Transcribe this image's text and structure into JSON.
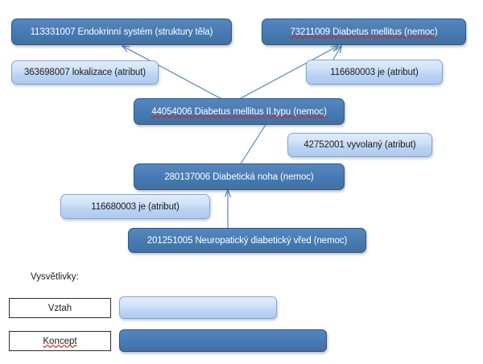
{
  "diagram": {
    "nodes": [
      {
        "id": "endokrinni-system",
        "kind": "concept",
        "code": "113331007",
        "term": "Endokrinní  systém (struktury těla)",
        "label": "113331007  Endokrinní  systém (struktury těla)",
        "misspelled": false
      },
      {
        "id": "diabetus-mellitus",
        "kind": "concept",
        "code": "73211009",
        "term": "Diabetus mellitus (nemoc)",
        "label": "73211009  Diabetus mellitus (nemoc)",
        "misspelled": true,
        "misspelled_part": "Diabetus mellitus"
      },
      {
        "id": "lokalizace",
        "kind": "relation",
        "code": "363698007",
        "term": "lokalizace (atribut)",
        "label": "363698007  lokalizace (atribut)",
        "misspelled": false
      },
      {
        "id": "je-atribut-horni",
        "kind": "relation",
        "code": "116680003",
        "term": "je (atribut)",
        "label": "116680003  je (atribut)",
        "misspelled": false
      },
      {
        "id": "diabetus-mellitus-2-typu",
        "kind": "concept",
        "code": "44054006",
        "term": "Diabetus mellitus II.typu (nemoc)",
        "label": "44054006  Diabetus mellitus II.typu  (nemoc)",
        "misspelled": true,
        "misspelled_part": "Diabetus mellitus II.typu"
      },
      {
        "id": "vyvolany",
        "kind": "relation",
        "code": "42752001",
        "term": "vyvolaný  (atribut)",
        "label": "42752001  vyvolaný  (atribut)",
        "misspelled": false
      },
      {
        "id": "diabeticka-noha",
        "kind": "concept",
        "code": "280137006",
        "term": "Diabetická noha (nemoc)",
        "label": "280137006  Diabetická noha (nemoc)",
        "misspelled": false
      },
      {
        "id": "je-atribut-dolni",
        "kind": "relation",
        "code": "116680003",
        "term": "je (atribut)",
        "label": "116680003  je (atribut)",
        "misspelled": false
      },
      {
        "id": "neuropaticky-vred",
        "kind": "concept",
        "code": "201251005",
        "term": "Neuropatický  diabetický  vřed (nemoc)",
        "label": "201251005  Neuropatický  diabetický  vřed (nemoc)",
        "misspelled": false
      }
    ],
    "edges": [
      {
        "id": "edge-dm2-to-endokrinni",
        "from": "diabetus-mellitus-2-typu",
        "to": "endokrinni-system",
        "arrow": true
      },
      {
        "id": "edge-dm2-to-dm",
        "from": "diabetus-mellitus-2-typu",
        "to": "diabetus-mellitus",
        "arrow": true
      },
      {
        "id": "edge-je-horni-to-dm",
        "from": "je-atribut-horni",
        "to": "diabetus-mellitus",
        "arrow": true
      },
      {
        "id": "edge-noha-to-dm2",
        "from": "diabeticka-noha",
        "to": "diabetus-mellitus-2-typu",
        "arrow": false
      },
      {
        "id": "edge-vred-to-noha",
        "from": "neuropaticky-vred",
        "to": "diabeticka-noha",
        "arrow": true
      }
    ]
  },
  "legend": {
    "title": "Vysvětlivky:",
    "items": [
      {
        "id": "vztah",
        "label": "Vztah",
        "swatch": "relation",
        "misspelled": false
      },
      {
        "id": "koncept",
        "label": "Koncept",
        "swatch": "concept",
        "misspelled": true
      }
    ]
  },
  "colors": {
    "concept_fill": "#4a7cb5",
    "concept_border": "#2d5583",
    "concept_text": "#ffffff",
    "relation_fill": "#cfe0f7",
    "relation_border": "#7fa6d8",
    "relation_text": "#1c1c1c",
    "edge_line": "#4a7cb5",
    "background": "#ffffff",
    "legend_box_border": "#2b2b2b",
    "spellcheck_underline": "#e02020"
  }
}
